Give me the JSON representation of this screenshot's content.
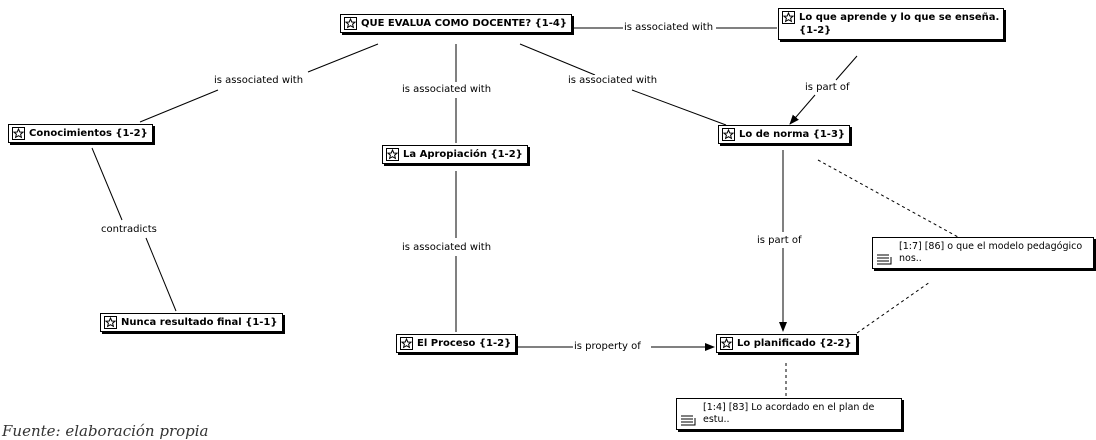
{
  "nodes": {
    "que_evalua": "QUE EVALUA COMO DOCENTE? {1-4}",
    "lo_que_aprende": "Lo que aprende y lo que se enseña.\n{1-2}",
    "conocimientos": "Conocimientos {1-2}",
    "la_apropiacion": "La Apropiación {1-2}",
    "lo_de_norma": "Lo de norma {1-3}",
    "nunca_resultado": "Nunca resultado final {1-1}",
    "el_proceso": "El Proceso {1-2}",
    "lo_planificado": "Lo planificado {2-2}"
  },
  "memos": {
    "memo_modelo": "[1:7] [86] o que el modelo pedagógico\nnos..",
    "memo_acordado": "[1:4] [83] Lo acordado en el plan de\nestu.."
  },
  "edges": {
    "assoc_top": "is associated with",
    "assoc_conoc": "is associated with",
    "assoc_apropiacion": "is associated with",
    "assoc_norma": "is associated with",
    "part_of_norma": "is part of",
    "contradicts": "contradicts",
    "assoc_proceso": "is associated with",
    "part_of_planificado": "is part of",
    "property_of": "is property of"
  },
  "caption": "Fuente: elaboración propia",
  "icons": {
    "code": "code-node-icon",
    "memo": "memo-icon"
  }
}
